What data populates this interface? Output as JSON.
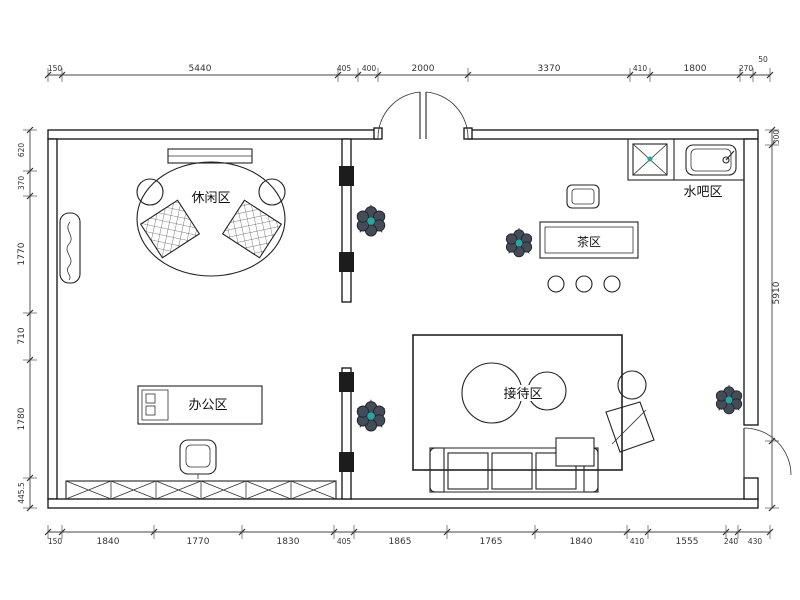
{
  "page": {
    "background": "#ffffff"
  },
  "floor_plan": {
    "room_labels": {
      "leisure": "休闲区",
      "water_bar": "水吧区",
      "tea": "茶区",
      "office": "办公区",
      "reception": "接待区"
    },
    "dimensions": {
      "top": [
        "150",
        "5440",
        "405",
        "400",
        "2000",
        "3370",
        "410",
        "1800",
        "270",
        "50"
      ],
      "bottom": [
        "150",
        "1840",
        "1770",
        "1830",
        "405",
        "1865",
        "1765",
        "1840",
        "410",
        "1555",
        "240",
        "430"
      ],
      "left": [
        "620",
        "370",
        "1770",
        "710",
        "1780",
        "445.5"
      ],
      "right": [
        "300",
        "5910"
      ]
    },
    "colors": {
      "line": "#222222",
      "accent_teal": "#1fa9a0"
    }
  }
}
